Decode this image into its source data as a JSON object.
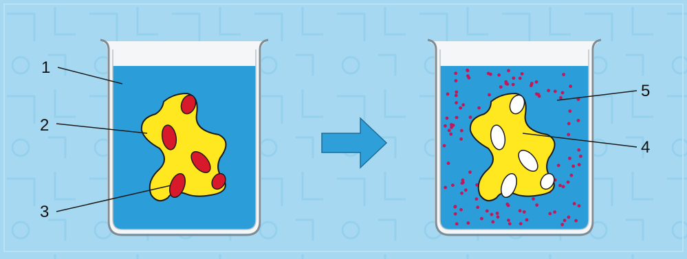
{
  "colors": {
    "background": "#a6d9f1",
    "background_pattern": "#8fcbe8",
    "liquid": "#2b9ed9",
    "beaker_glass": "#f4f6f7",
    "beaker_outline": "#7f8c93",
    "solid": "#ffe81f",
    "solid_outline": "#1a1a1a",
    "soluble_particle": "#d8192c",
    "emptied_pore": "#ffffff",
    "dissolved_particle": "#c2185b",
    "arrow": "#2e9fd8",
    "leader_line": "#1a1a1a"
  },
  "labels": {
    "one": "1",
    "two": "2",
    "three": "3",
    "four": "4",
    "five": "5"
  },
  "icons": {
    "arrow": "right-arrow-icon"
  }
}
